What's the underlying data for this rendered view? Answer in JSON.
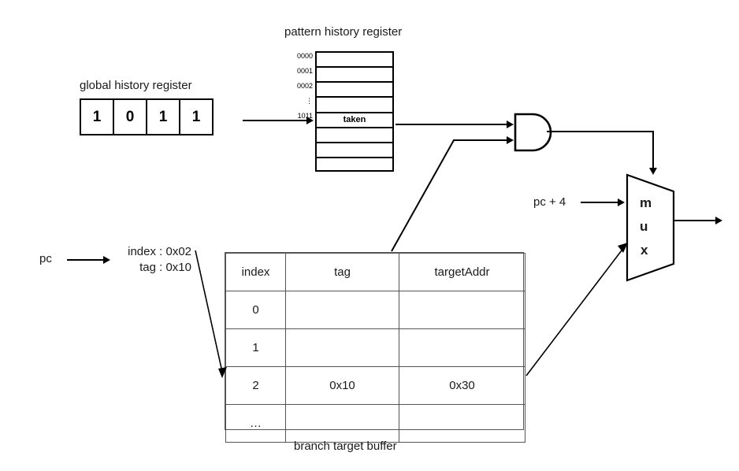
{
  "diagram": {
    "title_ghr": "global history register",
    "title_phr": "pattern history register",
    "caption_btb": "branch target buffer"
  },
  "global_history_register": {
    "label": "global history register",
    "bits": [
      "1",
      "0",
      "1",
      "1"
    ]
  },
  "pattern_history_register": {
    "label": "pattern history register",
    "index_labels": [
      "0000",
      "0001",
      "0002",
      "⋮",
      "1011"
    ],
    "rows": [
      "",
      "",
      "",
      "",
      "taken",
      "",
      "",
      ""
    ],
    "selected_row_value": "taken",
    "selected_index": "1011",
    "row_count": 8
  },
  "pc": {
    "label": "pc",
    "decode_index": "index : 0x02",
    "decode_tag": "tag : 0x10"
  },
  "branch_target_buffer": {
    "caption": "branch target buffer",
    "headers": [
      "index",
      "tag",
      "targetAddr"
    ],
    "rows": [
      {
        "index": "0",
        "tag": "",
        "targetAddr": ""
      },
      {
        "index": "1",
        "tag": "",
        "targetAddr": ""
      },
      {
        "index": "2",
        "tag": "0x10",
        "targetAddr": "0x30"
      },
      {
        "index": "…",
        "tag": "",
        "targetAddr": ""
      }
    ]
  },
  "and_gate": {
    "name": "and-gate",
    "input_top_from": "pattern history register",
    "input_bottom_from": "branch target buffer hit"
  },
  "mux": {
    "label_chars": [
      "m",
      "u",
      "x"
    ],
    "select_input": "and-gate output",
    "input_top_label": "pc + 4",
    "input_bottom_label": "targetAddr"
  },
  "inputs": {
    "pc_plus_4": "pc + 4"
  },
  "colors": {
    "ink": "#000000",
    "text": "#1a1a1a",
    "table_border": "#555555",
    "background": "#ffffff"
  }
}
